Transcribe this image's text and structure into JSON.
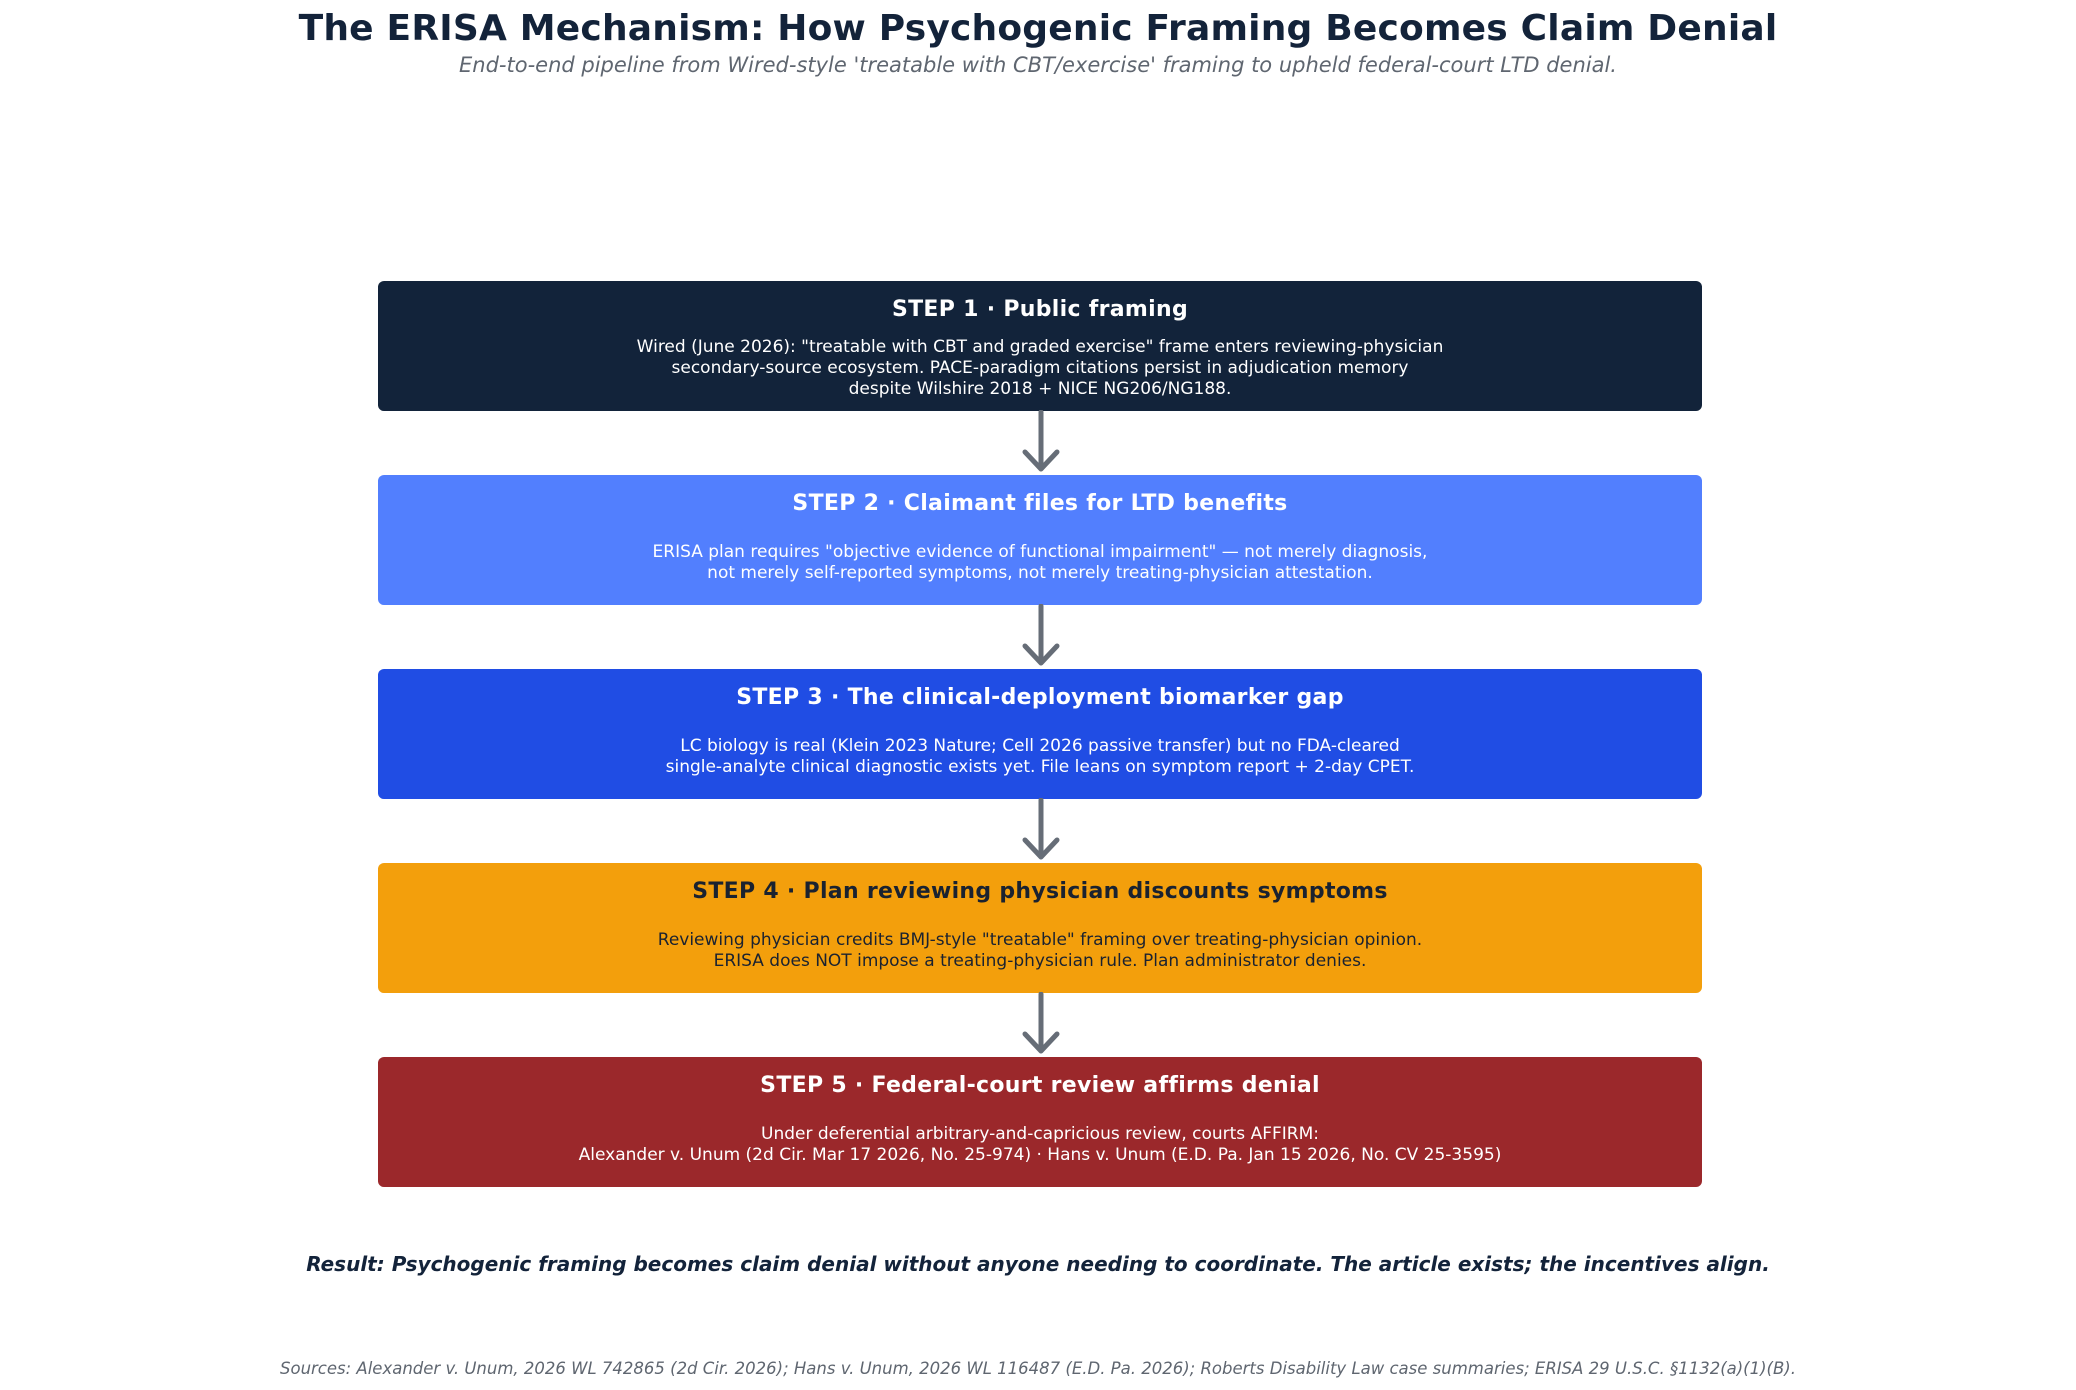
{
  "header": {
    "title": "The ERISA Mechanism: How Psychogenic Framing Becomes Claim Denial",
    "subtitle": "End-to-end pipeline from Wired-style 'treatable with CBT/exercise' framing to upheld federal-court LTD denial."
  },
  "steps": [
    {
      "heading": "STEP 1  ·  Public framing",
      "body": "Wired (June 2026): \"treatable with CBT and graded exercise\" frame enters reviewing-physician\nsecondary-source ecosystem. PACE-paradigm citations persist in adjudication memory\ndespite Wilshire 2018 + NICE NG206/NG188.",
      "color": "#12233a",
      "text_color": "#ffffff"
    },
    {
      "heading": "STEP 2  ·  Claimant files for LTD benefits",
      "body": "ERISA plan requires \"objective evidence of functional impairment\" — not merely diagnosis,\nnot merely self-reported symptoms, not merely treating-physician attestation.",
      "color": "#527ffe",
      "text_color": "#ffffff"
    },
    {
      "heading": "STEP 3  ·  The clinical-deployment biomarker gap",
      "body": "LC biology is real (Klein 2023 Nature; Cell 2026 passive transfer) but no FDA-cleared\nsingle-analyte clinical diagnostic exists yet. File leans on symptom report + 2-day CPET.",
      "color": "#204de4",
      "text_color": "#ffffff"
    },
    {
      "heading": "STEP 4  ·  Plan reviewing physician discounts symptoms",
      "body": "Reviewing physician credits BMJ-style \"treatable\" framing over treating-physician opinion.\nERISA does NOT impose a treating-physician rule. Plan administrator denies.",
      "color": "#f39f0c",
      "text_color": "#1a2230"
    },
    {
      "heading": "STEP 5  ·  Federal-court review affirms denial",
      "body": "Under deferential arbitrary-and-capricious review, courts AFFIRM:\nAlexander v. Unum (2d Cir. Mar 17 2026, No. 25-974) · Hans v. Unum (E.D. Pa. Jan 15 2026, No. CV 25-3595)",
      "color": "#9b282b",
      "text_color": "#ffffff"
    }
  ],
  "arrow_color": "#666d77",
  "result": "Result: Psychogenic framing becomes claim denial without anyone needing to coordinate. The article exists; the incentives align.",
  "sources": "Sources: Alexander v. Unum, 2026 WL 742865 (2d Cir. 2026); Hans v. Unum, 2026 WL 116487 (E.D. Pa. 2026); Roberts Disability Law case summaries; ERISA 29 U.S.C. §1132(a)(1)(B)."
}
